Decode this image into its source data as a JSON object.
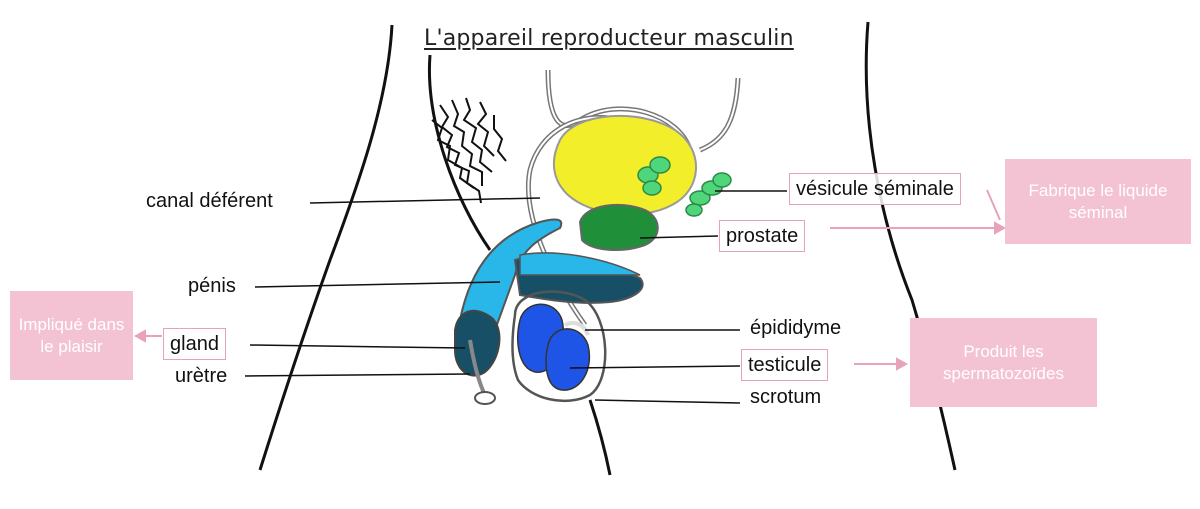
{
  "title": "L'appareil reproducteur masculin",
  "labels": {
    "canal_deferent": "canal déférent",
    "penis": "pénis",
    "gland": "gland",
    "uretre": "urètre",
    "vesicule": "vésicule séminale",
    "prostate": "prostate",
    "epididyme": "épididyme",
    "testicule": "testicule",
    "scrotum": "scrotum"
  },
  "notes": {
    "plaisir": "Impliqué dans le plaisir",
    "liquide": "Fabrique le liquide séminal",
    "spermato": "Produit les spermatozoïdes"
  },
  "colors": {
    "seminal_vesicle": "#f2ee2a",
    "prostate": "#1f8f3a",
    "seminal_gland": "#4fd67a",
    "penis": "#29b6e8",
    "penis_dark": "#164f66",
    "testicle": "#1f55e6",
    "note_bg": "#f4c3d3",
    "note_border": "#e8a3bb"
  }
}
